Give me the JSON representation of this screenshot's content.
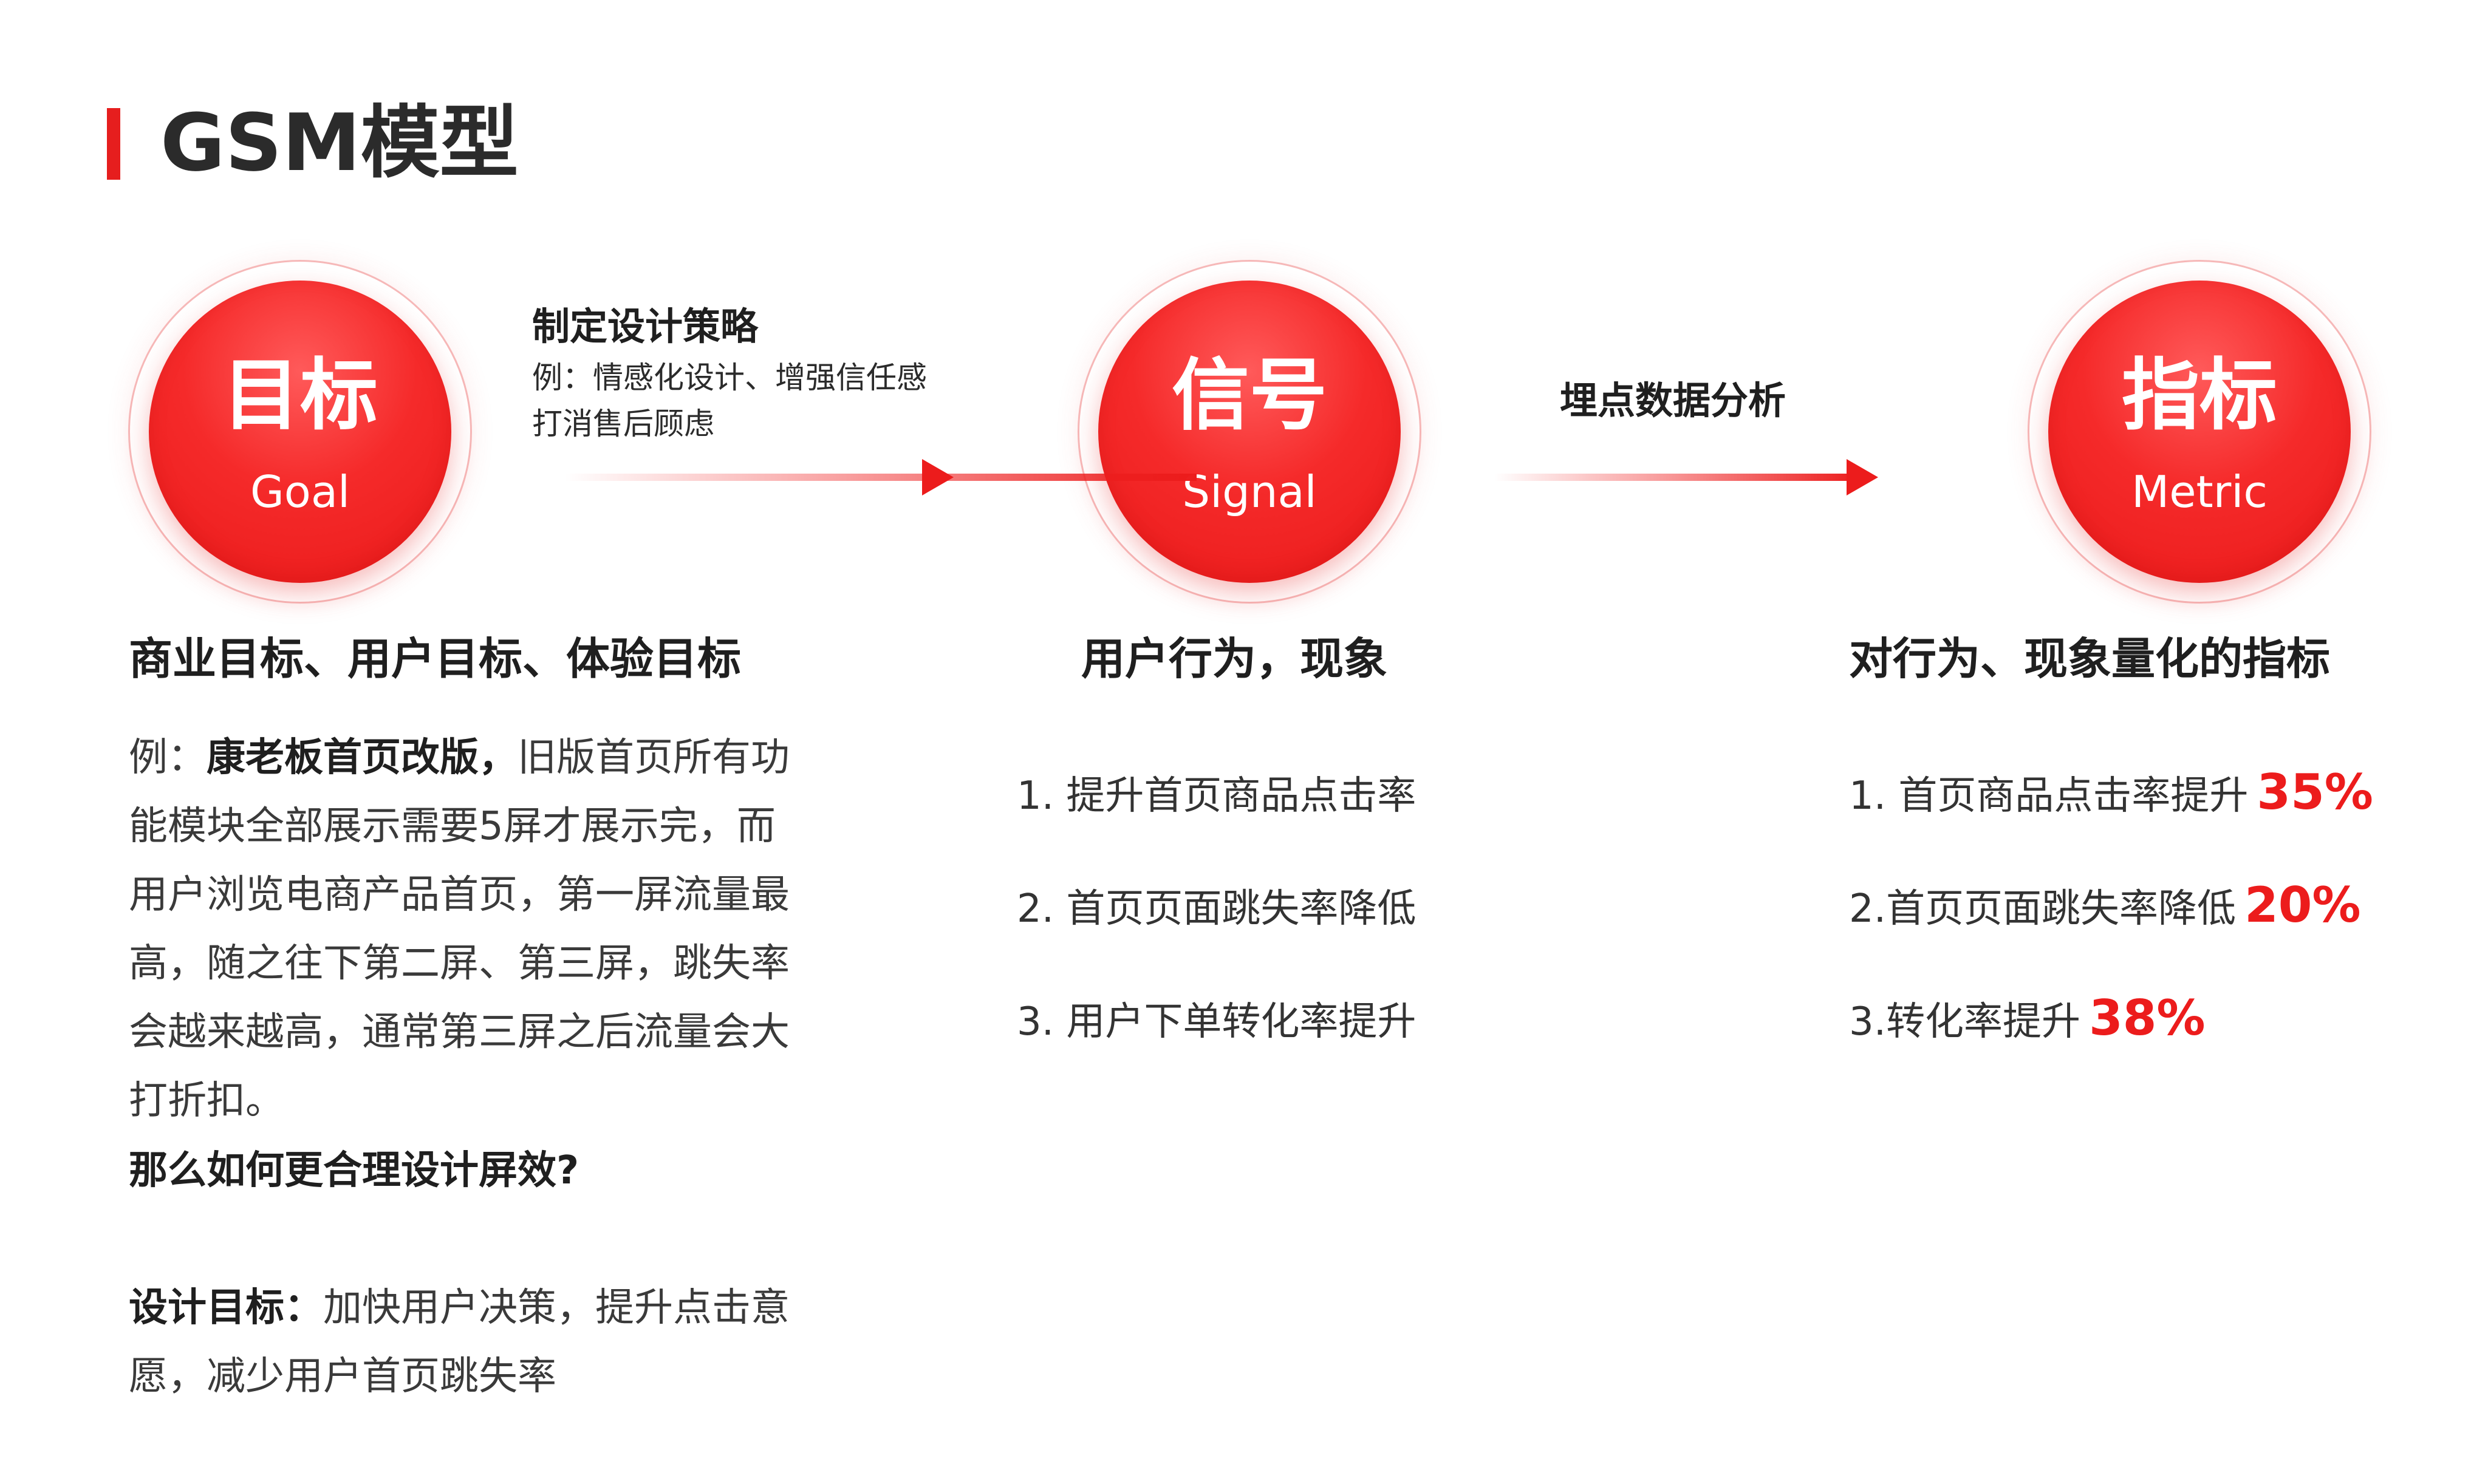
{
  "title": "GSM模型",
  "colors": {
    "accent": "#e61e1e",
    "circle_red": "#f52a2a",
    "text_dark": "#1f1f1f"
  },
  "circles": [
    {
      "cn": "目标",
      "en": "Goal"
    },
    {
      "cn": "信号",
      "en": "Signal"
    },
    {
      "cn": "指标",
      "en": "Metric"
    }
  ],
  "arrow1": {
    "title": "制定设计策略",
    "sub_line1": "例：情感化设计、增强信任感",
    "sub_line2": "打消售后顾虑"
  },
  "arrow2": {
    "title": "埋点数据分析"
  },
  "goal": {
    "heading": "商业目标、用户目标、体验目标",
    "example_prefix": "例：",
    "example_bold": "康老板首页改版，",
    "example_text": "旧版首页所有功能模块全部展示需要5屏才展示完，而用户浏览电商产品首页，第一屏流量最高，随之往下第二屏、第三屏，跳失率会越来越高，通常第三屏之后流量会大打折扣。",
    "question": "那么如何更合理设计屏效?",
    "design_goal_label": "设计目标：",
    "design_goal_text": "加快用户决策，提升点击意愿，减少用户首页跳失率"
  },
  "signal": {
    "heading": "用户行为，现象",
    "items": [
      "1. 提升首页商品点击率",
      "2. 首页页面跳失率降低",
      "3. 用户下单转化率提升"
    ]
  },
  "metric": {
    "heading": "对行为、现象量化的指标",
    "items": [
      {
        "label": "1. 首页商品点击率提升",
        "pct": "35%"
      },
      {
        "label": "2.首页页面跳失率降低",
        "pct": "20%"
      },
      {
        "label": "3.转化率提升",
        "pct": "38%"
      }
    ]
  }
}
